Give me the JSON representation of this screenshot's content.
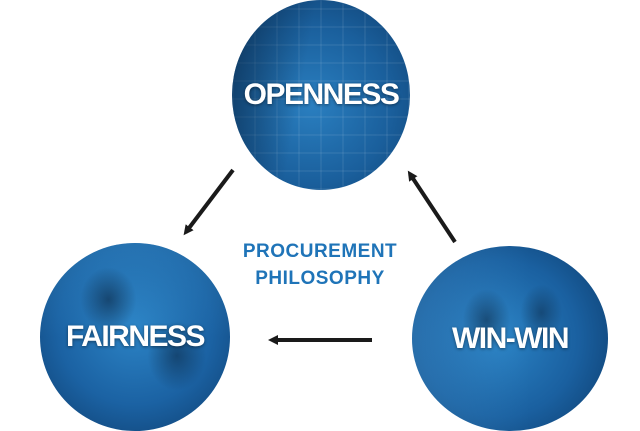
{
  "diagram": {
    "center_label": {
      "line1": "PROCUREMENT",
      "line2": "PHILOSOPHY"
    },
    "nodes": [
      {
        "id": "openness",
        "label": "OPENNESS"
      },
      {
        "id": "fairness",
        "label": "FAIRNESS"
      },
      {
        "id": "winwin",
        "label": "WIN-WIN"
      }
    ],
    "edges": [
      {
        "from": "openness",
        "to": "fairness"
      },
      {
        "from": "winwin",
        "to": "fairness"
      },
      {
        "from": "winwin",
        "to": "openness"
      }
    ],
    "colors": {
      "accent_blue": "#1f74b8",
      "circle_blue": "#1a60a0",
      "arrow": "#1a1a1a",
      "label": "#ffffff"
    }
  }
}
